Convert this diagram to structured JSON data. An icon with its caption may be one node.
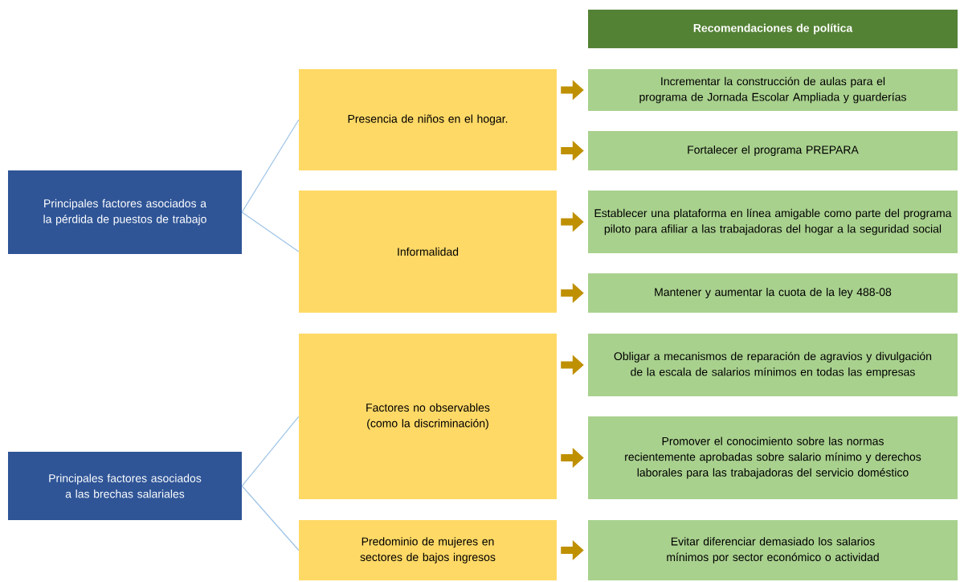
{
  "diagram": {
    "nodes": [
      {
        "text": [
          "Recomendaciones de política"
        ]
      },
      {
        "text": [
          "Principales factores asociados a la pérdida de puestos de trabajo"
        ]
      },
      {
        "text": [
          "Principales factores asociados a las brechas salariales"
        ]
      },
      {
        "text": [
          "Presencia de niños en el hogar."
        ]
      },
      {
        "text": [
          "Informalidad"
        ]
      },
      {
        "text": [
          "Factores no observables (como la discriminación)"
        ]
      },
      {
        "text": [
          "Predominio de mujeres en sectores de bajos ingresos"
        ]
      },
      {
        "text": [
          "Incrementar la construcción de aulas para el programa de Jornada Escolar Ampliada y guarderías"
        ]
      },
      {
        "text": [
          "Fortalecer el programa PREPARA"
        ]
      },
      {
        "text": [
          "Establecer una plataforma en línea amigable como parte del programa piloto para afiliar a las trabajadoras del hogar a la seguridad social"
        ]
      },
      {
        "text": [
          "Mantener y aumentar la cuota de la ley 488-08"
        ]
      },
      {
        "text": [
          "Obligar a mecanismos de reparación de agravios y divulgación de la escala de salarios mínimos en todas las empresas"
        ]
      },
      {
        "text": [
          "Promover el conocimiento sobre las normas recientemente aprobadas sobre salario mínimo y derechos laborales para las trabajadoras del servicio doméstico"
        ]
      },
      {
        "text": [
          "Evitar diferenciar demasiado los salarios mínimos por sector económico o actividad"
        ]
      }
    ],
    "edges": [
      {
        "from": 1,
        "to": 3,
        "arrow": "none",
        "color": "#9dc3e6"
      },
      {
        "from": 1,
        "to": 4,
        "arrow": "none",
        "color": "#9dc3e6"
      },
      {
        "from": 2,
        "to": 5,
        "arrow": "none",
        "color": "#9dc3e6"
      },
      {
        "from": 2,
        "to": 6,
        "arrow": "none",
        "color": "#9dc3e6"
      },
      {
        "from": 3,
        "to": 7,
        "arrow": "to",
        "color": "#bf9000"
      },
      {
        "from": 3,
        "to": 8,
        "arrow": "to",
        "color": "#bf9000"
      },
      {
        "from": 4,
        "to": 9,
        "arrow": "to",
        "color": "#bf9000"
      },
      {
        "from": 4,
        "to": 10,
        "arrow": "to",
        "color": "#bf9000"
      },
      {
        "from": 5,
        "to": 11,
        "arrow": "to",
        "color": "#bf9000"
      },
      {
        "from": 5,
        "to": 12,
        "arrow": "to",
        "color": "#bf9000"
      },
      {
        "from": 6,
        "to": 13,
        "arrow": "to",
        "color": "#bf9000"
      }
    ]
  }
}
